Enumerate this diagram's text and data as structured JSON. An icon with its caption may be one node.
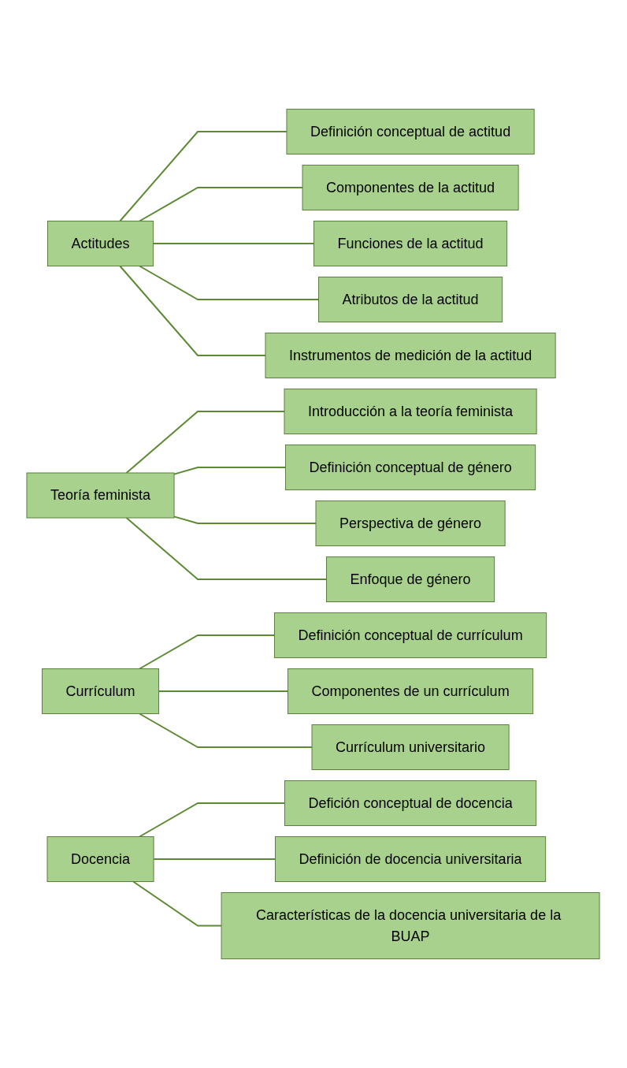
{
  "diagram": {
    "nodes": [
      {
        "text": [
          "Actitudes"
        ]
      },
      {
        "text": [
          "Definición conceptual de actitud"
        ]
      },
      {
        "text": [
          "Componentes de la actitud"
        ]
      },
      {
        "text": [
          "Funciones de la actitud"
        ]
      },
      {
        "text": [
          "Atributos de la actitud"
        ]
      },
      {
        "text": [
          "Instrumentos de medición de la actitud"
        ]
      },
      {
        "text": [
          "Teoría feminista"
        ]
      },
      {
        "text": [
          "Introducción a la teoría feminista"
        ]
      },
      {
        "text": [
          "Definición conceptual de género"
        ]
      },
      {
        "text": [
          "Perspectiva de género"
        ]
      },
      {
        "text": [
          "Enfoque de género"
        ]
      },
      {
        "text": [
          "Currículum"
        ]
      },
      {
        "text": [
          "Definición conceptual de currículum"
        ]
      },
      {
        "text": [
          "Componentes de un currículum"
        ]
      },
      {
        "text": [
          "Currículum universitario"
        ]
      },
      {
        "text": [
          "Docencia"
        ]
      },
      {
        "text": [
          "Defición conceptual de docencia"
        ]
      },
      {
        "text": [
          "Definición de docencia universitaria"
        ]
      },
      {
        "text": [
          "Características de la docencia universitaria de la BUAP"
        ]
      }
    ],
    "edges": [
      {
        "from": 0,
        "to": 1,
        "arrow": "none"
      },
      {
        "from": 0,
        "to": 2,
        "arrow": "none"
      },
      {
        "from": 0,
        "to": 3,
        "arrow": "none"
      },
      {
        "from": 0,
        "to": 4,
        "arrow": "none"
      },
      {
        "from": 0,
        "to": 5,
        "arrow": "none"
      },
      {
        "from": 6,
        "to": 7,
        "arrow": "none"
      },
      {
        "from": 6,
        "to": 8,
        "arrow": "none"
      },
      {
        "from": 6,
        "to": 9,
        "arrow": "none"
      },
      {
        "from": 6,
        "to": 10,
        "arrow": "none"
      },
      {
        "from": 11,
        "to": 12,
        "arrow": "none"
      },
      {
        "from": 11,
        "to": 13,
        "arrow": "none"
      },
      {
        "from": 11,
        "to": 14,
        "arrow": "none"
      },
      {
        "from": 15,
        "to": 16,
        "arrow": "none"
      },
      {
        "from": 15,
        "to": 17,
        "arrow": "none"
      },
      {
        "from": 15,
        "to": 18,
        "arrow": "none"
      }
    ]
  }
}
